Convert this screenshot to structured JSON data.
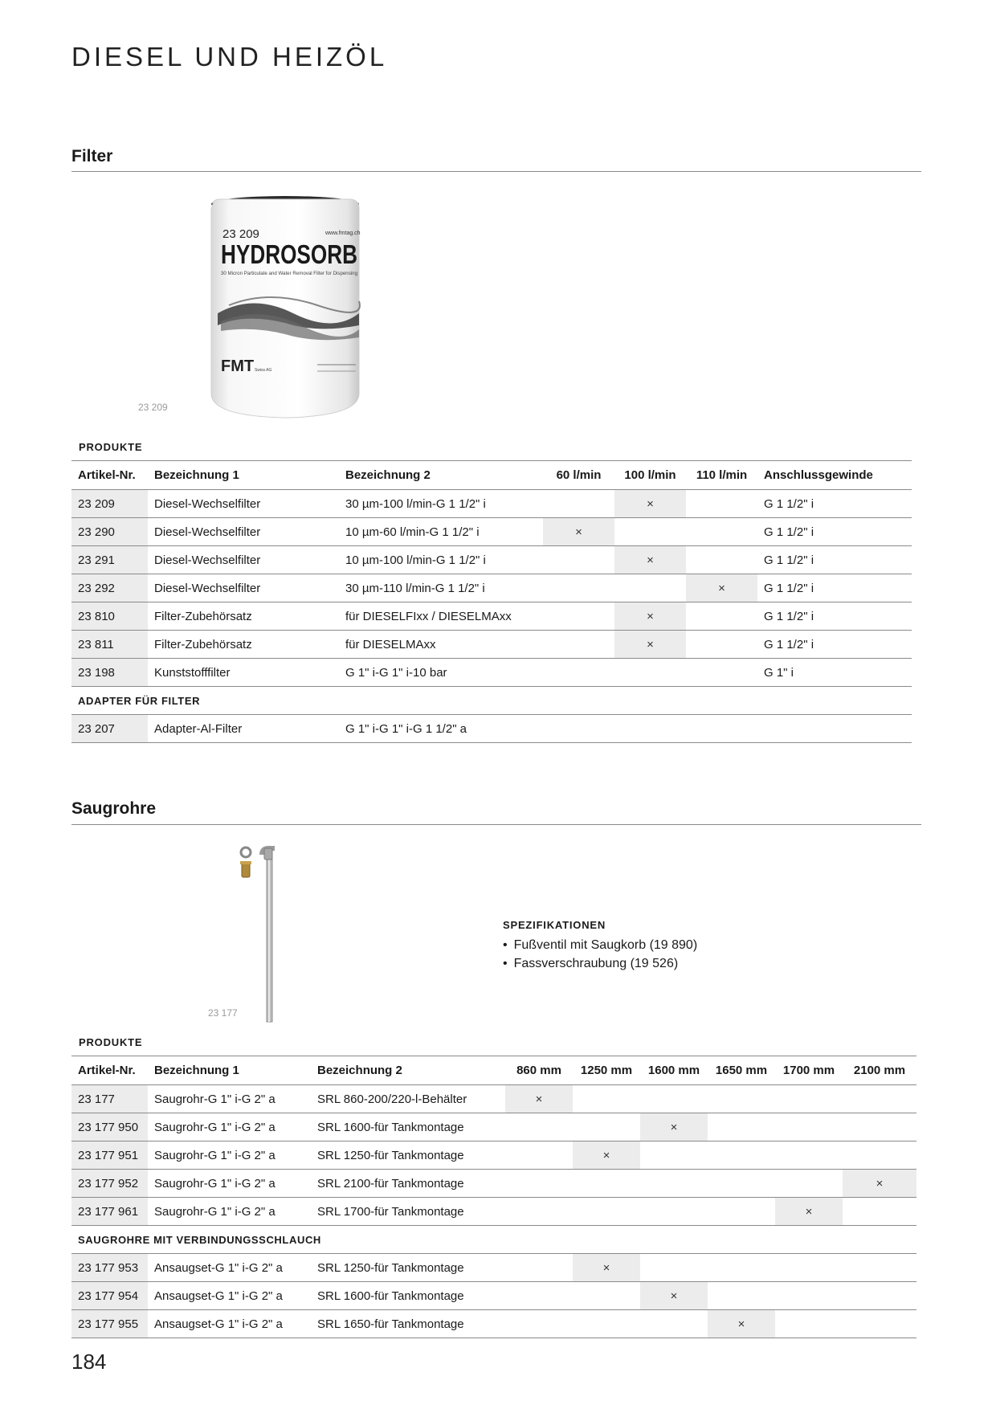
{
  "page": {
    "title": "DIESEL UND HEIZÖL",
    "page_number": "184"
  },
  "filter": {
    "section_title": "Filter",
    "image": {
      "caption": "23 209",
      "label_number": "23 209",
      "label_brand": "HYDROSORB",
      "label_url": "www.fmtag.ch",
      "label_subtitle": "30 Micron Particulate and Water Removal Filter for Dispensing",
      "label_logo": "FMT",
      "label_logo_sub": "Swiss AG"
    },
    "products_label": "PRODUKTE",
    "columns": [
      "Artikel-Nr.",
      "Bezeichnung 1",
      "Bezeichnung 2",
      "60 l/min",
      "100 l/min",
      "110 l/min",
      "Anschlussgewinde"
    ],
    "rows": [
      {
        "art": "23 209",
        "b1": "Diesel-Wechselfilter",
        "b2": "30 µm-100 l/min-G 1 1/2\" i",
        "marks": [
          false,
          true,
          false
        ],
        "thread": "G 1 1/2\" i"
      },
      {
        "art": "23 290",
        "b1": "Diesel-Wechselfilter",
        "b2": "10 µm-60 l/min-G 1 1/2\" i",
        "marks": [
          true,
          false,
          false
        ],
        "thread": "G 1 1/2\" i"
      },
      {
        "art": "23 291",
        "b1": "Diesel-Wechselfilter",
        "b2": "10 µm-100 l/min-G 1 1/2\" i",
        "marks": [
          false,
          true,
          false
        ],
        "thread": "G 1 1/2\" i"
      },
      {
        "art": "23 292",
        "b1": "Diesel-Wechselfilter",
        "b2": "30 µm-110 l/min-G 1 1/2\" i",
        "marks": [
          false,
          false,
          true
        ],
        "thread": "G 1 1/2\" i"
      },
      {
        "art": "23 810",
        "b1": "Filter-Zubehörsatz",
        "b2": "für DIESELFIxx / DIESELMAxx",
        "marks": [
          false,
          true,
          false
        ],
        "thread": "G 1 1/2\" i"
      },
      {
        "art": "23 811",
        "b1": "Filter-Zubehörsatz",
        "b2": "für DIESELMAxx",
        "marks": [
          false,
          true,
          false
        ],
        "thread": "G 1 1/2\" i"
      },
      {
        "art": "23 198",
        "b1": "Kunststofffilter",
        "b2": "G 1\" i-G 1\" i-10 bar",
        "marks": [
          false,
          false,
          false
        ],
        "thread": "G 1\" i"
      }
    ],
    "subgroup_label": "ADAPTER FÜR FILTER",
    "subgroup_rows": [
      {
        "art": "23 207",
        "b1": "Adapter-Al-Filter",
        "b2": "G 1\" i-G 1\" i-G 1 1/2\" a",
        "marks": [
          false,
          false,
          false
        ],
        "thread": ""
      }
    ]
  },
  "saugrohre": {
    "section_title": "Saugrohre",
    "image": {
      "caption": "23 177"
    },
    "spec_title": "SPEZIFIKATIONEN",
    "specs": [
      "Fußventil mit Saugkorb (19 890)",
      "Fassverschraubung (19 526)"
    ],
    "products_label": "PRODUKTE",
    "columns": [
      "Artikel-Nr.",
      "Bezeichnung 1",
      "Bezeichnung 2",
      "860 mm",
      "1250 mm",
      "1600 mm",
      "1650 mm",
      "1700 mm",
      "2100 mm"
    ],
    "rows": [
      {
        "art": "23 177",
        "b1": "Saugrohr-G 1\" i-G 2\" a",
        "b2": "SRL 860-200/220-l-Behälter",
        "marks": [
          true,
          false,
          false,
          false,
          false,
          false
        ]
      },
      {
        "art": "23 177 950",
        "b1": "Saugrohr-G 1\" i-G 2\" a",
        "b2": "SRL 1600-für Tankmontage",
        "marks": [
          false,
          false,
          true,
          false,
          false,
          false
        ]
      },
      {
        "art": "23 177 951",
        "b1": "Saugrohr-G 1\" i-G 2\" a",
        "b2": "SRL 1250-für Tankmontage",
        "marks": [
          false,
          true,
          false,
          false,
          false,
          false
        ]
      },
      {
        "art": "23 177 952",
        "b1": "Saugrohr-G 1\" i-G 2\" a",
        "b2": "SRL 2100-für Tankmontage",
        "marks": [
          false,
          false,
          false,
          false,
          false,
          true
        ]
      },
      {
        "art": "23 177 961",
        "b1": "Saugrohr-G 1\" i-G 2\" a",
        "b2": "SRL 1700-für Tankmontage",
        "marks": [
          false,
          false,
          false,
          false,
          true,
          false
        ]
      }
    ],
    "subgroup_label": "SAUGROHRE MIT VERBINDUNGSSCHLAUCH",
    "subgroup_rows": [
      {
        "art": "23 177 953",
        "b1": "Ansaugset-G 1\" i-G 2\" a",
        "b2": "SRL 1250-für Tankmontage",
        "marks": [
          false,
          true,
          false,
          false,
          false,
          false
        ]
      },
      {
        "art": "23 177 954",
        "b1": "Ansaugset-G 1\" i-G 2\" a",
        "b2": "SRL 1600-für Tankmontage",
        "marks": [
          false,
          false,
          true,
          false,
          false,
          false
        ]
      },
      {
        "art": "23 177 955",
        "b1": "Ansaugset-G 1\" i-G 2\" a",
        "b2": "SRL 1650-für Tankmontage",
        "marks": [
          false,
          false,
          false,
          true,
          false,
          false
        ]
      }
    ]
  },
  "mark_symbol": "×"
}
